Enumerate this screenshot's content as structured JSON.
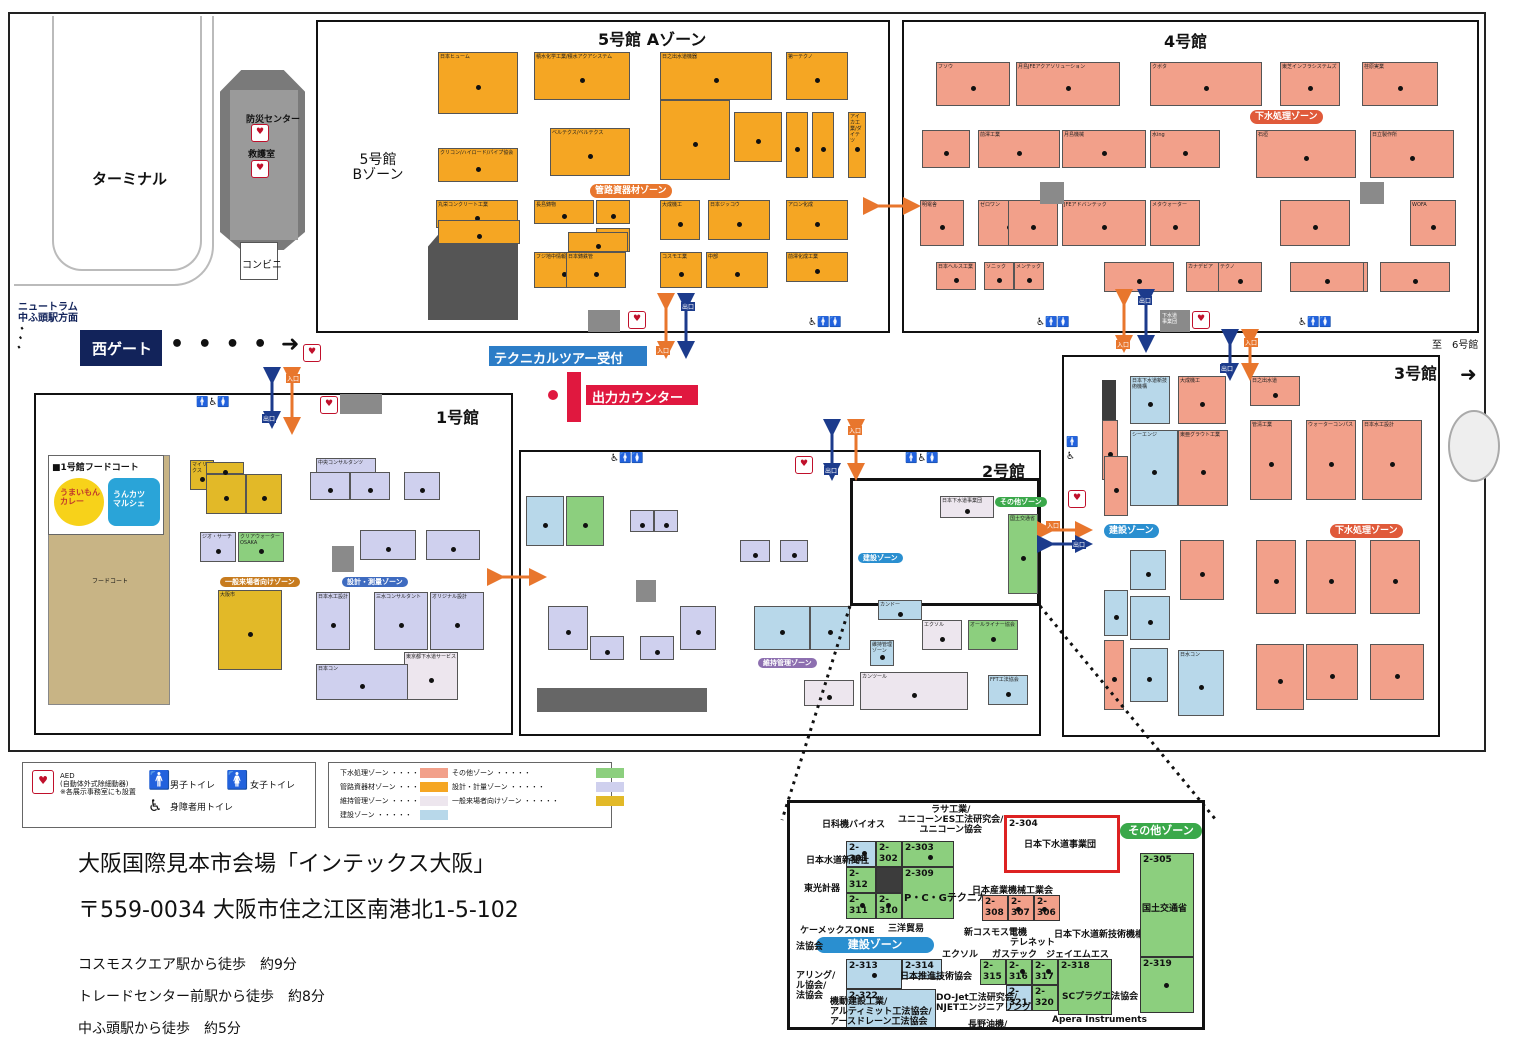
{
  "halls": {
    "hall5a": {
      "title": "5号館 Aゾーン"
    },
    "hall5b": {
      "title": "5号館\nBゾーン"
    },
    "hall4": {
      "title": "4号館"
    },
    "hall3": {
      "title": "3号館"
    },
    "hall2": {
      "title": "2号館"
    },
    "hall1": {
      "title": "1号館"
    }
  },
  "site": {
    "terminal": "ターミナル",
    "bosai": "防災センター",
    "kyugo": "救護室",
    "conbini": "コンビニ",
    "newtram": "ニュートラム\n中ふ頭駅方面",
    "west_gate": "西ゲート",
    "tech_tour": "テクニカルツアー受付",
    "output_counter": "出力カウンター",
    "to_hall6": "至　6号館",
    "food_court_title": "■1号館フードコート",
    "food_court": "フードコート",
    "food_logo_1": "うまいもん\nカレー",
    "food_logo_2": "うんカツ\nマルシェ",
    "entrance": "入口",
    "exit": "出口",
    "aed": "AED",
    "gesui_center": "下水道\n事業団"
  },
  "zones": {
    "pipe": "管路資器材ゾーン",
    "gesui": "下水処理ゾーン",
    "kensetsu": "建設ゾーン",
    "sekkei": "設計・測量ゾーン",
    "ippan": "一般来場者向けゾーン",
    "iji": "維持管理ゾーン",
    "sonota": "その他ゾーン"
  },
  "booths": {
    "h5a": [
      "日本ヒューム",
      "積水化学工業/積水アクアシステム",
      "日之出水道機器",
      "第一テクノ",
      "ベルテクス/ベルテクス",
      "クリコン/ハイロード/パイプ協会",
      "アイカ工業/ダイテツ",
      "日本ジッコウ",
      "アロン化成",
      "前澤化成工業",
      "大成機工",
      "長島鋳物",
      "フジ地中情報",
      "日本鋳鉄管",
      "丸栄コンクリート工業",
      "コスモ工業",
      "中部"
    ],
    "h4": [
      "フソウ",
      "月島JFEアクアソリューション",
      "クボタ",
      "東芝インフラシステムズ",
      "荏原実業",
      "前澤工業",
      "月島機械",
      "水ing",
      "石垣",
      "日立製作所",
      "明電舎",
      "ゼロワン",
      "JFEアドバンテック",
      "メタウォーター",
      "WOFA",
      "カナデビア",
      "テクノ",
      "ソニック",
      "メンテック",
      "日本ヘルス工業"
    ],
    "h3": [
      "日本下水道新技術機構",
      "大成機工",
      "日之出水道",
      "シーエンジ",
      "東亜グラウト工業",
      "管清工業",
      "ウォーターコンパス",
      "日本水工設計",
      "日水コン"
    ],
    "h2": [
      "日本下水道事業団",
      "国土交通省",
      "維持管理ゾーン",
      "カンツール",
      "エクソル",
      "オールライナー協会",
      "FFT工法協会",
      "カンドー"
    ],
    "h1": [
      "マイリクス",
      "日本水工設計",
      "三水コンサルタント",
      "オリジナル設計",
      "中央コンサルタンツ",
      "東京都下水道サービス",
      "日本コン",
      "大阪市",
      "クリアウォーターOSAKA",
      "ジオ・サーチ"
    ]
  },
  "inset": {
    "title_zone_sonota": "その他ゾーン",
    "title_zone_kensetsu": "建設ゾーン",
    "labels": {
      "nikkaki": "日科機バイオス",
      "lasa": "ラサ工業/\nユニコーンES工法研究会/\nユニコーン協会",
      "nihonsuido_shinbun": "日本水道新聞社",
      "touko": "東光計器",
      "pcg": "P・C・Gテクニカ",
      "sanyo": "三洋貿易",
      "cameks": "ケーメックスONE",
      "nihonsangyo": "日本産業機械工業会",
      "shin_cosmos": "新コスモス電機",
      "teleneto": "テレネット",
      "gesui_shingijutsu": "日本下水道新技術機構",
      "exol": "エクソル",
      "gastec": "ガステック",
      "jiem": "ジェイエムエス",
      "nihon_suishin": "日本推進技術協会",
      "kidou_kensetsu": "機動建設工業/\nアルティミット工法協会/\nアースドレーン工法協会",
      "do_jet": "DO-Jet工法研究会/\nNJETエンジニアリング",
      "sc_plug": "SCプラグエ法協会",
      "nagano": "長野油機/",
      "apera": "Apera Instruments",
      "jgs": "日本下水道事業団",
      "mlit": "国土交通省",
      "aring": "アリング/\nル協会/\n法協会",
      "sc_left": "法協会"
    },
    "ids": [
      "2-301",
      "2-302",
      "2-303",
      "2-312",
      "2-309",
      "2-311",
      "2-310",
      "2-308",
      "2-307",
      "2-306",
      "2-304",
      "2-305",
      "2-313",
      "2-314",
      "2-315",
      "2-316",
      "2-317",
      "2-318",
      "2-319",
      "2-322",
      "2-321",
      "2-320"
    ]
  },
  "legend": {
    "aed_label": "AED\n(自動体外式除細動器)\n※各展示事務室にも設置",
    "male": "男子トイレ",
    "female": "女子トイレ",
    "disabled": "身障者用トイレ",
    "zones": [
      {
        "label": "下水処理ゾーン",
        "color": "#f2a08a"
      },
      {
        "label": "管路資器材ゾーン",
        "color": "#f5a623"
      },
      {
        "label": "維持管理ゾーン",
        "color": "#ede6ee"
      },
      {
        "label": "建設ゾーン",
        "color": "#b8d8ea"
      },
      {
        "label": "その他ゾーン",
        "color": "#8ccf7e"
      },
      {
        "label": "設計・計量ゾーン",
        "color": "#cfd0ee"
      },
      {
        "label": "一般来場者向けゾーン",
        "color": "#e2b928"
      }
    ]
  },
  "address": {
    "venue": "大阪国際見本市会場「インテックス大阪」",
    "postal": "〒559-0034 大阪市住之江区南港北1-5-102",
    "access": [
      "コスモスクエア駅から徒歩　約9分",
      "トレードセンター前駅から徒歩　約8分",
      "中ふ頭駅から徒歩　約5分"
    ]
  },
  "colors": {
    "orange": "#f5a623",
    "salmon": "#f2a08a",
    "blue": "#b8d8ea",
    "green": "#8ccf7e",
    "purple": "#cfd0ee",
    "yellow": "#e2b928",
    "lilac": "#ede6ee",
    "zone_pipe": "#e8762d",
    "zone_gesui": "#e05a3a",
    "zone_kensetsu": "#2a8fd0",
    "zone_sekkei": "#3e6bc0",
    "zone_ippan": "#c77b1e",
    "zone_iji": "#8d6fb0",
    "zone_sonota": "#3aa84a",
    "west_gate": "#12235a",
    "tech_tour": "#2c7dc7",
    "output_counter": "#e0183f"
  }
}
